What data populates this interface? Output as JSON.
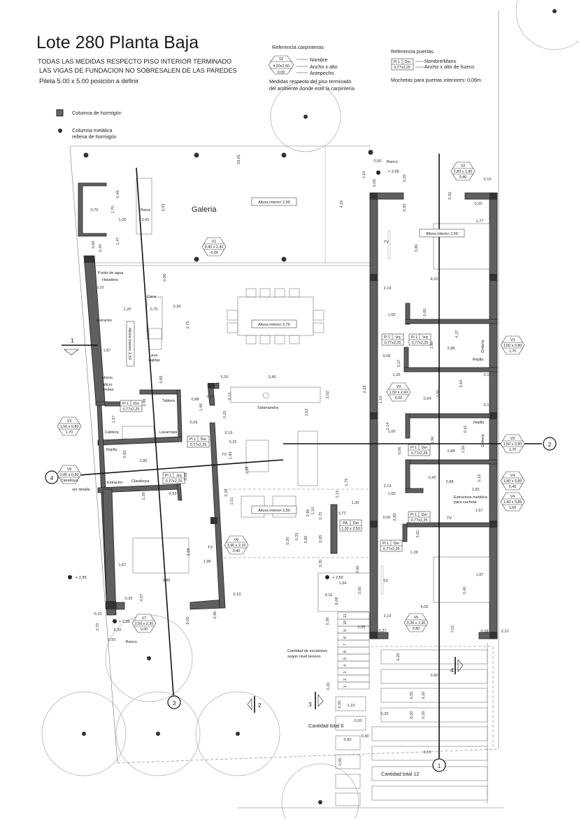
{
  "header": {
    "title": "Lote 280  Planta Baja",
    "notes": [
      "TODAS LAS MEDIDAS RESPECTO PISO INTERIOR TERMINADO",
      "LAS VIGAS DE FUNDACION NO SOBRESALEN DE LAS PAREDES",
      "Pileta 5.00 x 5.00 posición a definir"
    ]
  },
  "legend": {
    "concrete_column": "Columna de hormigón",
    "metal_column": [
      "Columna metálica",
      "rellena de hormigón"
    ],
    "carpinterias": {
      "title": "Referencia carpinterias",
      "sample": {
        "name": "V2",
        "size": "4,20x2,60",
        "sill": "0.00"
      },
      "labels": [
        "Nombre",
        "Ancho x alto",
        "Antepecho"
      ],
      "note": [
        "Medidas respecto del piso terminado",
        "del ambiente donde esté la carpinteria"
      ]
    },
    "puertas": {
      "title": "Referencia puertas",
      "sample": {
        "name": "Pl 1",
        "hand": "Der",
        "size": "0,77x2,25"
      },
      "labels": [
        "Nombre/Mano",
        "Ancho x alto de hueco"
      ],
      "mochetas": "Mochetas para puertas interiores: 0,06m"
    }
  },
  "rooms": {
    "galeria": "Galeria",
    "heights": [
      "Altura interior 2,90",
      "Altura interior 2,70",
      "Altura interior 2,50",
      "Altura interior 2,50",
      "Altura interior 2,60"
    ]
  },
  "labels": {
    "barra": "Barra",
    "punto_agua": "Punto de agua",
    "heladera": "Heladera",
    "cava": "Cava",
    "extractor": "Extractor",
    "horno": "Horno",
    "micro": [
      "Micro",
      "ondas"
    ],
    "lava": [
      "Lava",
      "vajillas"
    ],
    "tablero": "Tablero",
    "salamandra": "Salamandra",
    "caldera": "Caldera",
    "lavarropa": "Lavarropa",
    "rejilla": "Rejilla",
    "extractor2": "Extractor",
    "claraboya": "Claraboya",
    "ver_detalle": "ver detalle",
    "tv": "TV",
    "banco": "Banco",
    "griferia": "Grifería",
    "estructura": [
      "Estructura metálica",
      "para cucheta"
    ],
    "escalones": [
      "Cantidad de escalones",
      "según nivel  terreno"
    ],
    "total6": "Cantidad total 6",
    "total12": "Cantidad total 12",
    "level_295": "+ 2,95",
    "level_250": "+ 2,50"
  },
  "section_markers": [
    "1",
    "2",
    "3",
    "4"
  ],
  "stair_steps": [
    "1",
    "2",
    "3",
    "4",
    "5",
    "6",
    "7",
    "8",
    "9",
    "10",
    "11"
  ],
  "windows": [
    {
      "name": "V1",
      "size": "9,40 x 2,40",
      "sill": "-0,06"
    },
    {
      "name": "V2",
      "size": "2,80 x 1,90",
      "sill": "0,40"
    },
    {
      "name": "V3",
      "size": "1,50 x 0,80",
      "sill": "1,70"
    },
    {
      "name": "V3",
      "size": "1,50 x 0,80",
      "sill": "1,70"
    },
    {
      "name": "V3",
      "size": "1,50 x 0,80",
      "sill": "1,70"
    },
    {
      "name": "V9",
      "size": "1,50 x 2,60",
      "sill": "0,00"
    },
    {
      "name": "V9",
      "size": "2,80 x 0,30",
      "sill": "Claraboya"
    },
    {
      "name": "V4",
      "size": "1,40 x 0,85",
      "sill": "0,40"
    },
    {
      "name": "V4",
      "size": "1,40 x 0,85",
      "sill": "1,65"
    },
    {
      "name": "V6",
      "size": "3,90 x 2,10",
      "sill": "0,40"
    },
    {
      "name": "V7",
      "size": "2,50 x 2,30",
      "sill": "0,00"
    },
    {
      "name": "V5",
      "size": "3,30 x 1,30",
      "sill": "0,80"
    }
  ],
  "doors": [
    {
      "name": "Pl 1",
      "hand": "Der",
      "size": "0,77x2,25"
    },
    {
      "name": "Pl 1",
      "hand": "Der",
      "size": "0,77x2,25"
    },
    {
      "name": "Pl 1",
      "hand": "Izq",
      "size": "0,77x2,25"
    },
    {
      "name": "Pl 1",
      "hand": "Izq",
      "size": "0,77x2,25"
    },
    {
      "name": "Pl 1",
      "hand": "Izq",
      "size": "0,77x2,25"
    },
    {
      "name": "Pl 1",
      "hand": "Der",
      "size": "0,77x2,25"
    },
    {
      "name": "Pl 1",
      "hand": "Der",
      "size": "0,77x2,25"
    },
    {
      "name": "Pl 1",
      "hand": "Der",
      "size": "0,77x2,25"
    },
    {
      "name": "PA",
      "hand": "Der",
      "size": "1,30 x 2,50"
    }
  ],
  "dimensions": [
    "10,81",
    "4,20",
    "1,10",
    "0,70",
    "1,70",
    "0,46",
    "1,20",
    "0,60",
    "2,03",
    "0,60",
    "0,34",
    "1,47",
    "0,90",
    "0,10",
    "1,20",
    "0,70",
    "0,30",
    "2,75",
    "1,87",
    "0,85",
    "2,86",
    "1,57",
    "0,88",
    "1,46",
    "0,16",
    "0,06",
    "2,80",
    "0,93",
    "0,93",
    "1,39",
    "0,06",
    "0,20",
    "3,40",
    "0,12",
    "2,02",
    "1,52",
    "0,25",
    "0,19",
    "0,25",
    "1,90",
    "1,38",
    "0,35",
    "1,51",
    "1,75",
    "2,15",
    "1,30",
    "3,72",
    "2,85",
    "1,10",
    "0,70",
    "0,20",
    "0,33",
    "3,85",
    "0,95",
    "0,30",
    "3,00",
    "1,94",
    "4,16",
    "6,08",
    "0,36",
    "0,05",
    "0,10",
    "0,80",
    "3,58",
    "1,67",
    "1,98",
    "3,85",
    "4,07",
    "0,30",
    "0,10",
    "0,70",
    "0,50",
    "2,20",
    "6,00",
    "0,50",
    "0,09",
    "0,20",
    "0,10",
    "0,93",
    "0,50",
    "0,20",
    "1,77",
    "3,80",
    "4,02",
    "2,19",
    "1,00",
    "0,60",
    "4,37",
    "1,50",
    "2,88",
    "0,06",
    "3,27",
    "1,35",
    "0,10",
    "2,64",
    "1,50",
    "2,29",
    "1,15",
    "0,64",
    "0,10",
    "1,14",
    "1,00",
    "0,91",
    "1,50",
    "0,06",
    "2,88",
    "1,50",
    "0,42",
    "2,88",
    "0,15",
    "2,19",
    "1,00",
    "1,00",
    "1,67",
    "2,85",
    "0,06",
    "3,61",
    "1,28",
    "3,00",
    "1,87",
    "3,40",
    "4,05",
    "2,19",
    "0,37",
    "7,01",
    "0,38",
    "0,10",
    "0,20",
    "3,80",
    "0,50",
    "0,20",
    "0,50",
    "0,20",
    "0,20",
    "0,20",
    "0,50",
    "1,10",
    "0,20",
    "0,40",
    "0,90",
    "4,15",
    "0,50"
  ]
}
